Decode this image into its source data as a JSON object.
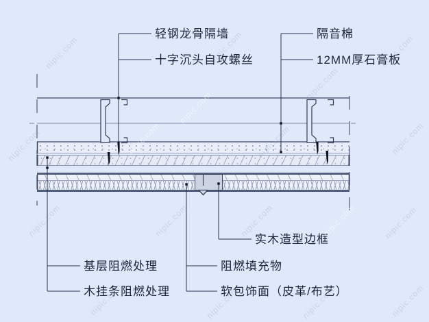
{
  "watermark": {
    "text": "nipic.com"
  },
  "colors": {
    "background": "#dfe9f9",
    "drawing_line": "#333c5a",
    "panel_edge_line": "#515e79",
    "wood_frame_fill": "#ccd3e2",
    "label_text": "#1d2436"
  },
  "callouts": {
    "top_left": [
      {
        "label": "轻钢龙骨隔墙"
      },
      {
        "label": "十字沉头自攻螺丝"
      }
    ],
    "top_right": [
      {
        "label": "隔音棉"
      },
      {
        "label": "12MM厚石膏板"
      }
    ],
    "bottom": [
      {
        "label": "实木造型边框"
      },
      {
        "label": "基层阻燃处理"
      },
      {
        "label": "阻燃填充物"
      },
      {
        "label": "木挂条阻燃处理"
      },
      {
        "label": "软包饰面（皮革/布艺）"
      }
    ]
  }
}
